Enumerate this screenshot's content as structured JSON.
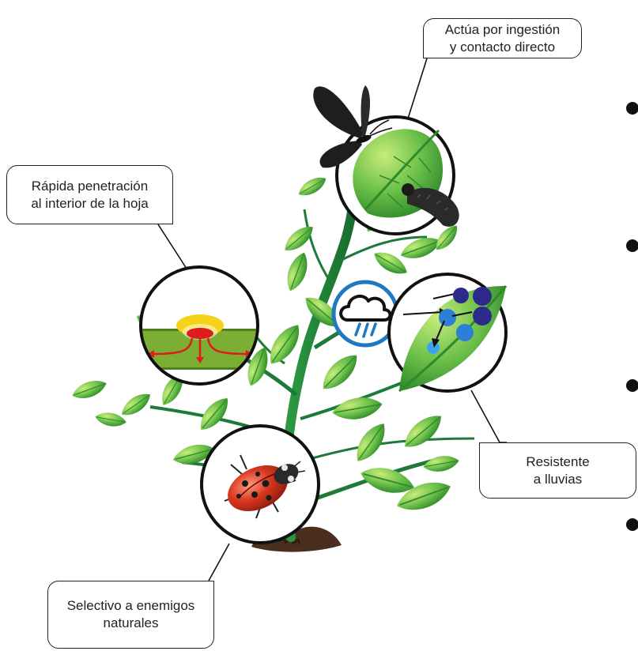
{
  "callouts": {
    "top": {
      "line1": "Actúa por ingestión",
      "line2": "y contacto directo"
    },
    "left": {
      "line1": "Rápida penetración",
      "line2": "al interior de la hoja"
    },
    "right": {
      "line1": "Resistente",
      "line2": "a lluvias"
    },
    "bottom": {
      "line1": "Selectivo a enemigos",
      "line2": "naturales"
    }
  },
  "icons": [
    "butterfly-icon",
    "caterpillar-icon",
    "rain-cloud-icon",
    "ladybug-icon",
    "water-drop-icon"
  ],
  "colors": {
    "stem": "#1f7a3a",
    "leaf": "#6cc04a",
    "leaf_dark": "#3a9a2e",
    "rain_ring": "#1f78c1",
    "penetration_red": "#e01b1b",
    "penetration_yellow": "#f6d21a",
    "drop_blue": "#2c7fd6",
    "drop_navy": "#2d2a8c",
    "soil": "#4a2e1e"
  }
}
